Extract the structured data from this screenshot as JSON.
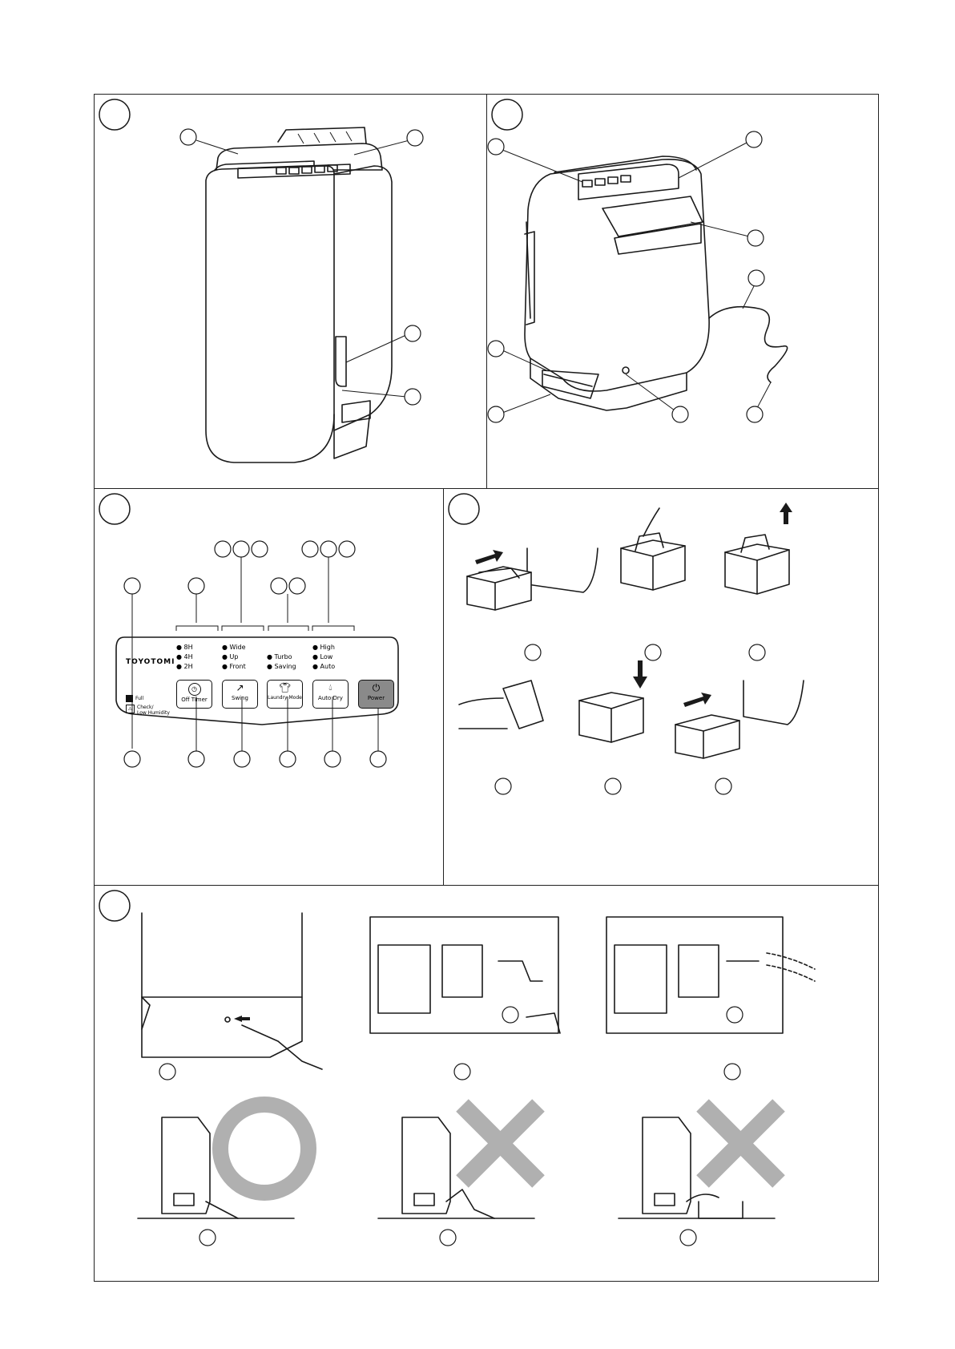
{
  "panel": {
    "brand": "TOYOTOMI",
    "timer_labels": [
      "8H",
      "4H",
      "2H"
    ],
    "swing_labels": [
      "Wide",
      "Up",
      "Front"
    ],
    "mode_labels": [
      "Turbo",
      "Saving"
    ],
    "dry_labels": [
      "High",
      "Low",
      "Auto"
    ],
    "full_label": "Full",
    "check_label_1": "Check/",
    "check_label_2": "Low Humidity",
    "buttons": {
      "off_timer": "Off Timer",
      "swing": "Swing",
      "laundry_mode": "Laundry Mode",
      "auto_dry": "Auto Dry",
      "power": "Power"
    }
  },
  "colors": {
    "line": "#1a1a1a",
    "power_button": "#8a8a8a",
    "ok_mark": "#b0b0b0",
    "ng_mark": "#b0b0b0"
  },
  "icons": [
    "clock-icon",
    "swing-icon",
    "shirt-icon",
    "droplets-icon",
    "power-icon",
    "tank-full-icon",
    "warning-icon",
    "arrow-icon",
    "circle-ok-icon",
    "cross-ng-icon"
  ]
}
